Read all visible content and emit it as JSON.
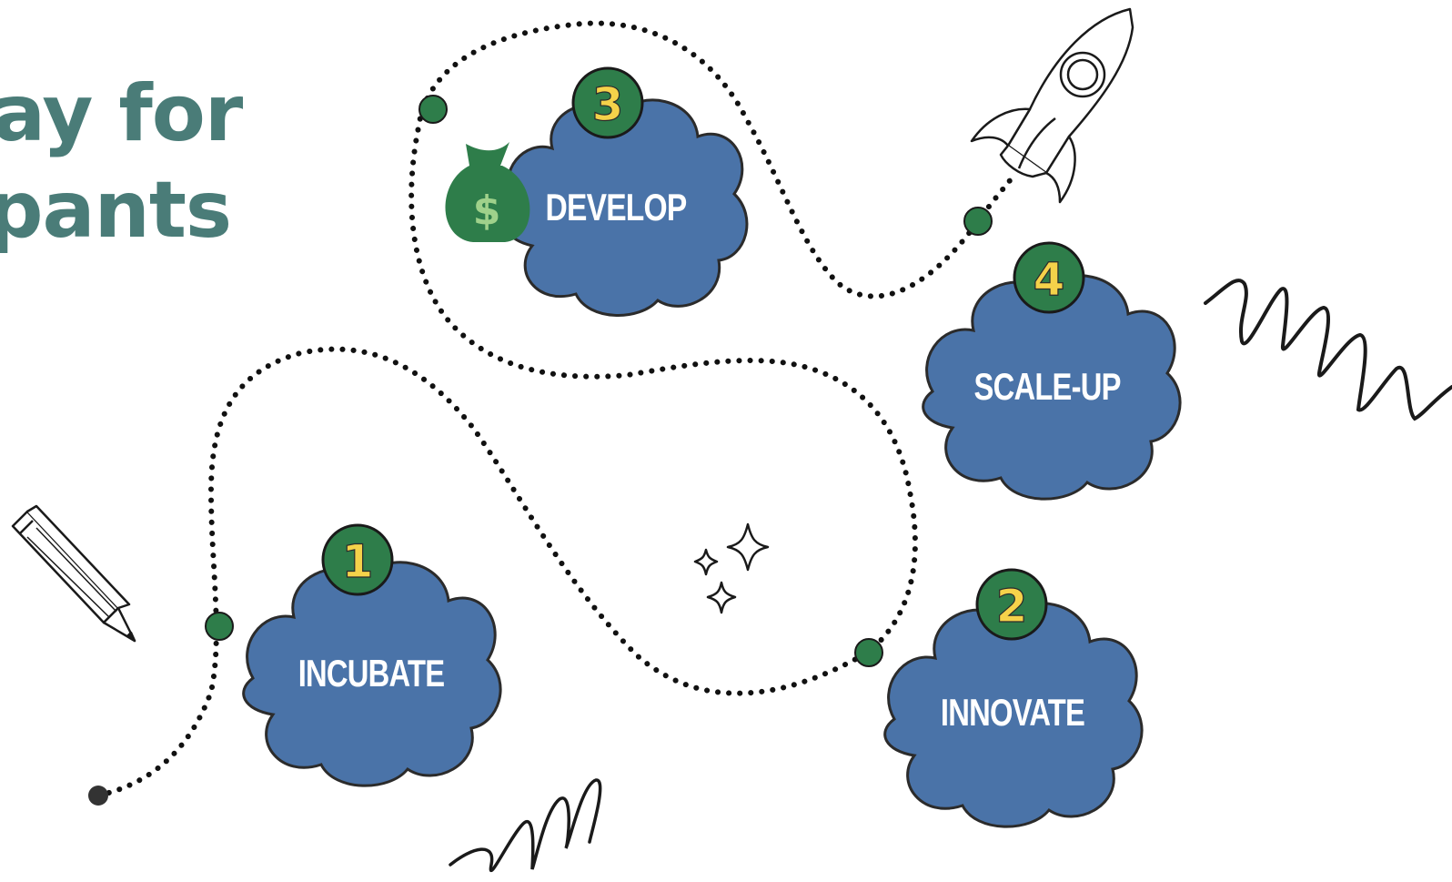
{
  "title": {
    "line1": "ay for",
    "line2": "pants"
  },
  "colors": {
    "title": "#4a7c78",
    "cloud_fill": "#4a73a8",
    "cloud_stroke": "#2b2b2b",
    "badge_fill": "#2e7d4a",
    "badge_number": "#f5d24a",
    "path_dots": "#111111",
    "node_dot": "#2e7d4a",
    "money_bag": "#2e7d4a"
  },
  "stages": [
    {
      "number": "1",
      "label": "INCUBATE"
    },
    {
      "number": "2",
      "label": "INNOVATE"
    },
    {
      "number": "3",
      "label": "DEVELOP"
    },
    {
      "number": "4",
      "label": "SCALE-UP"
    }
  ],
  "icons": [
    "rocket-icon",
    "pencil-icon",
    "money-bag-icon",
    "sparkles-icon",
    "squiggle-icon",
    "spring-icon"
  ],
  "money_bag_symbol": "$"
}
